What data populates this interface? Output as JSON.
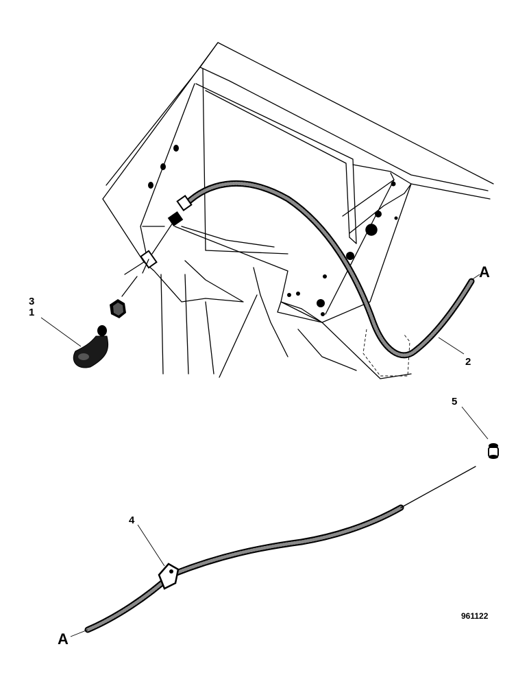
{
  "callouts": {
    "item_3": "3",
    "item_1": "1",
    "item_2": "2",
    "item_4": "4",
    "item_5": "5",
    "connector_a_top": "A",
    "connector_a_bottom": "A"
  },
  "drawing_number": "961122"
}
